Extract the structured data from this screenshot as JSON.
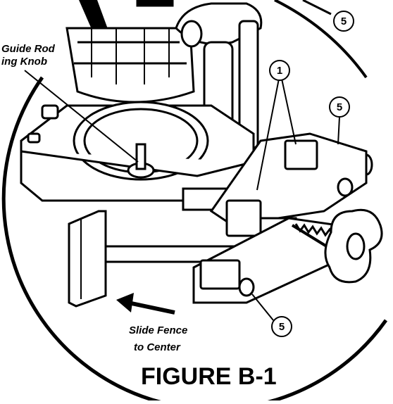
{
  "figure": {
    "title": "FIGURE B-1",
    "labels": {
      "guide_rod_line1": "Guide Rod",
      "guide_rod_line2": "ing Knob",
      "slide_fence_line1": "Slide Fence",
      "slide_fence_line2": "to Center"
    },
    "callouts": [
      "5",
      "1",
      "5",
      "5"
    ]
  }
}
